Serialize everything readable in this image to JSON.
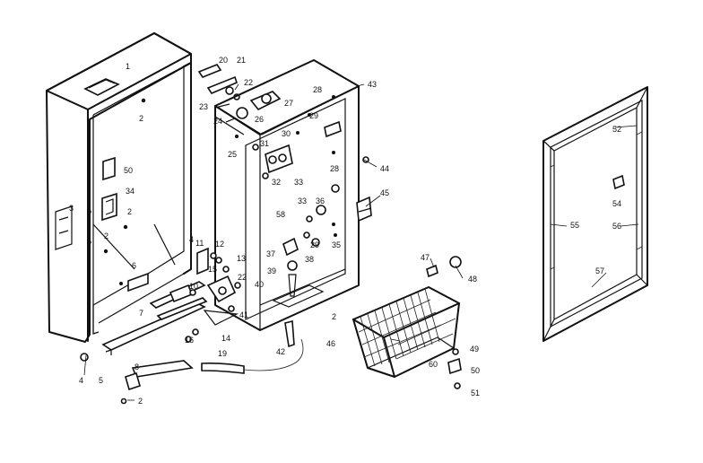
{
  "labels": [
    {
      "id": "p1",
      "text": "1"
    },
    {
      "id": "p2a",
      "text": "2"
    },
    {
      "id": "p20",
      "text": "20"
    },
    {
      "id": "p21",
      "text": "21"
    },
    {
      "id": "p22a",
      "text": "22"
    },
    {
      "id": "p23",
      "text": "23"
    },
    {
      "id": "p24",
      "text": "24"
    },
    {
      "id": "p26",
      "text": "26"
    },
    {
      "id": "p27",
      "text": "27"
    },
    {
      "id": "p28a",
      "text": "28"
    },
    {
      "id": "p43",
      "text": "43"
    },
    {
      "id": "p29a",
      "text": "29"
    },
    {
      "id": "p30",
      "text": "30"
    },
    {
      "id": "p25",
      "text": "25"
    },
    {
      "id": "p31",
      "text": "31"
    },
    {
      "id": "p32",
      "text": "32"
    },
    {
      "id": "p33a",
      "text": "33"
    },
    {
      "id": "p28b",
      "text": "28"
    },
    {
      "id": "p44",
      "text": "44"
    },
    {
      "id": "p45",
      "text": "45"
    },
    {
      "id": "p50a",
      "text": "50"
    },
    {
      "id": "p34",
      "text": "34"
    },
    {
      "id": "p3",
      "text": "3"
    },
    {
      "id": "p2b",
      "text": "2"
    },
    {
      "id": "p2c",
      "text": "2"
    },
    {
      "id": "p33b",
      "text": "33"
    },
    {
      "id": "p36",
      "text": "36"
    },
    {
      "id": "p58",
      "text": "58"
    },
    {
      "id": "p29b",
      "text": "29"
    },
    {
      "id": "p35",
      "text": "35"
    },
    {
      "id": "p11",
      "text": "11"
    },
    {
      "id": "p12",
      "text": "12"
    },
    {
      "id": "p37",
      "text": "37"
    },
    {
      "id": "p38",
      "text": "38"
    },
    {
      "id": "p13",
      "text": "13"
    },
    {
      "id": "p15",
      "text": "15"
    },
    {
      "id": "p22b",
      "text": "22"
    },
    {
      "id": "p39",
      "text": "39"
    },
    {
      "id": "p6",
      "text": "6"
    },
    {
      "id": "p40",
      "text": "40"
    },
    {
      "id": "p10",
      "text": "10"
    },
    {
      "id": "p4a",
      "text": "4"
    },
    {
      "id": "p7",
      "text": "7"
    },
    {
      "id": "p2d",
      "text": "2"
    },
    {
      "id": "p41",
      "text": "41"
    },
    {
      "id": "p14",
      "text": "14"
    },
    {
      "id": "p16",
      "text": "16"
    },
    {
      "id": "p42",
      "text": "42"
    },
    {
      "id": "p19",
      "text": "19"
    },
    {
      "id": "p4b",
      "text": "4"
    },
    {
      "id": "p5",
      "text": "5"
    },
    {
      "id": "p8",
      "text": "8"
    },
    {
      "id": "p2e",
      "text": "2"
    },
    {
      "id": "p47",
      "text": "47"
    },
    {
      "id": "p48",
      "text": "48"
    },
    {
      "id": "p46",
      "text": "46"
    },
    {
      "id": "p49",
      "text": "49"
    },
    {
      "id": "p60",
      "text": "60"
    },
    {
      "id": "p50b",
      "text": "50"
    },
    {
      "id": "p51",
      "text": "51"
    },
    {
      "id": "p52",
      "text": "52"
    },
    {
      "id": "p54",
      "text": "54"
    },
    {
      "id": "p55",
      "text": "55"
    },
    {
      "id": "p56",
      "text": "56"
    },
    {
      "id": "p57",
      "text": "57"
    }
  ]
}
